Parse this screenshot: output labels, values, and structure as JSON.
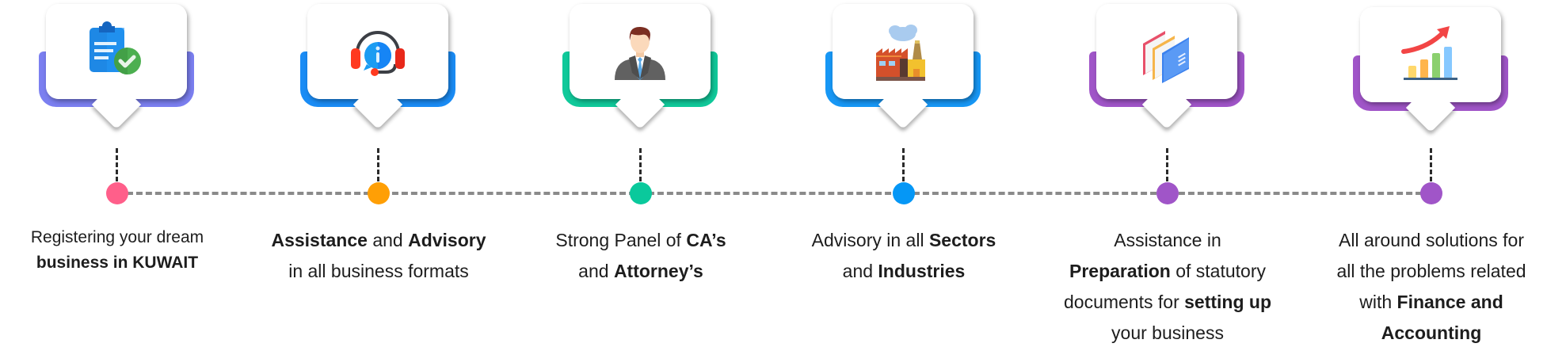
{
  "steps": [
    {
      "id": "registration",
      "icon": "clipboard-check-icon",
      "accent": "#7b7ff0",
      "dot_color": "#ff5f8a",
      "lines": [
        [
          {
            "t": "Registering your dream",
            "b": false
          }
        ],
        [
          {
            "t": "business in KUWAIT",
            "b": true
          }
        ]
      ]
    },
    {
      "id": "assistance-advisory",
      "icon": "headset-info-icon",
      "accent": "#1a8cf5",
      "dot_color": "#ff9f05",
      "lines": [
        [
          {
            "t": "Assistance",
            "b": true
          },
          {
            "t": " and ",
            "b": false
          },
          {
            "t": "Advisory",
            "b": true
          }
        ],
        [
          {
            "t": "in all business formats",
            "b": false
          }
        ]
      ]
    },
    {
      "id": "panel-ca-attorney",
      "icon": "businessman-icon",
      "accent": "#10c99a",
      "dot_color": "#0ac99c",
      "lines": [
        [
          {
            "t": "Strong Panel of ",
            "b": false
          },
          {
            "t": "CA’s",
            "b": true
          }
        ],
        [
          {
            "t": "and ",
            "b": false
          },
          {
            "t": "Attorney’s",
            "b": true
          }
        ]
      ]
    },
    {
      "id": "sectors-industries",
      "icon": "factory-icon",
      "accent": "#1797f5",
      "dot_color": "#0597f6",
      "lines": [
        [
          {
            "t": "Advisory in all ",
            "b": false
          },
          {
            "t": "Sectors",
            "b": true
          }
        ],
        [
          {
            "t": "and ",
            "b": false
          },
          {
            "t": "Industries",
            "b": true
          }
        ]
      ]
    },
    {
      "id": "statutory-documents",
      "icon": "folders-icon",
      "accent": "#a055c8",
      "dot_color": "#a055c8",
      "lines": [
        [
          {
            "t": "Assistance in",
            "b": false
          }
        ],
        [
          {
            "t": "Preparation",
            "b": true
          },
          {
            "t": " of statutory",
            "b": false
          }
        ],
        [
          {
            "t": "documents for ",
            "b": false
          },
          {
            "t": "setting up",
            "b": true
          }
        ],
        [
          {
            "t": "your business",
            "b": false
          }
        ]
      ]
    },
    {
      "id": "finance-accounting",
      "icon": "growth-chart-icon",
      "accent": "#a055c8",
      "dot_color": "#a055c8",
      "lines": [
        [
          {
            "t": "All around solutions for",
            "b": false
          }
        ],
        [
          {
            "t": "all the problems related",
            "b": false
          }
        ],
        [
          {
            "t": "with ",
            "b": false
          },
          {
            "t": "Finance and",
            "b": true
          }
        ],
        [
          {
            "t": "Accounting",
            "b": true
          }
        ]
      ]
    }
  ]
}
